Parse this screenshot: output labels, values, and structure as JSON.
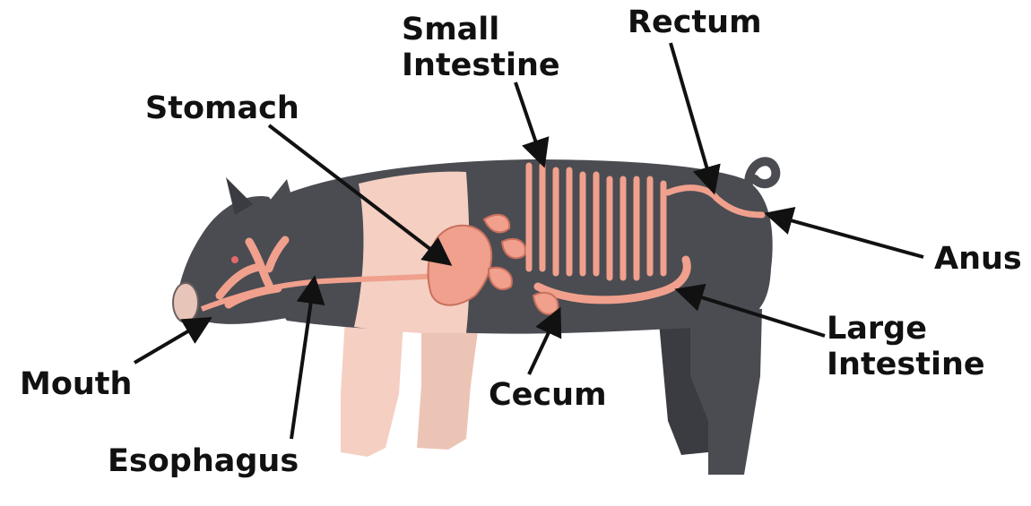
{
  "labels": {
    "small_intestine_line1": "Small",
    "small_intestine_line2": "Intestine",
    "rectum": "Rectum",
    "stomach": "Stomach",
    "anus": "Anus",
    "large_intestine_line1": "Large",
    "large_intestine_line2": "Intestine",
    "mouth": "Mouth",
    "cecum": "Cecum",
    "esophagus": "Esophagus"
  },
  "colors": {
    "body_dark": "#4a4c52",
    "body_pink": "#f4cfc2",
    "organ": "#f0a08c",
    "organ_outline": "#c9705e",
    "text": "#111111"
  }
}
